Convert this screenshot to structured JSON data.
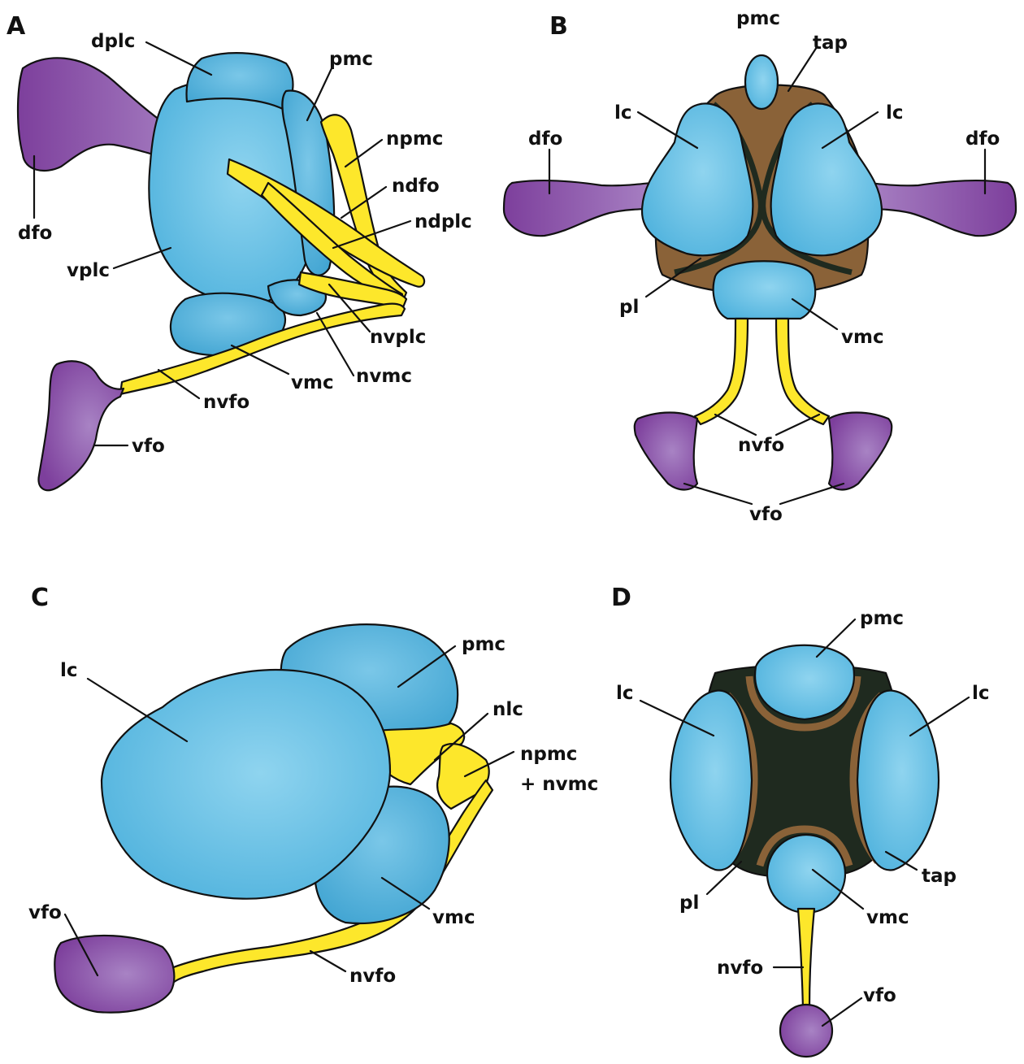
{
  "colors": {
    "background": "#ffffff",
    "lens_blue": "#4fb2dd",
    "lens_blue_light": "#8fd4ef",
    "nerve_yellow": "#fde72b",
    "fiber_purple": "#7d3f9c",
    "fiber_purple_light": "#a883c4",
    "tapetum_brown": "#8a6238",
    "pigment_dark": "#1f2a1f",
    "outline": "#111111"
  },
  "panels": {
    "a": {
      "letter": "A",
      "labels": {
        "dplc": "dplc",
        "pmc": "pmc",
        "npmc": "npmc",
        "ndfo": "ndfo",
        "ndplc": "ndplc",
        "dfo": "dfo",
        "vplc": "vplc",
        "nvplc": "nvplc",
        "nvmc": "nvmc",
        "vmc": "vmc",
        "nvfo": "nvfo",
        "vfo": "vfo"
      }
    },
    "b": {
      "letter": "B",
      "labels": {
        "pmc": "pmc",
        "tap": "tap",
        "lc_left": "lc",
        "lc_right": "lc",
        "dfo_left": "dfo",
        "dfo_right": "dfo",
        "pl": "pl",
        "vmc": "vmc",
        "nvfo": "nvfo",
        "vfo": "vfo"
      }
    },
    "c": {
      "letter": "C",
      "labels": {
        "lc": "lc",
        "pmc": "pmc",
        "nlc": "nlc",
        "npmc": "npmc",
        "nvmc": "+ nvmc",
        "vmc": "vmc",
        "vfo": "vfo",
        "nvfo": "nvfo"
      }
    },
    "d": {
      "letter": "D",
      "labels": {
        "pmc": "pmc",
        "lc_left": "lc",
        "lc_right": "lc",
        "tap": "tap",
        "pl": "pl",
        "vmc": "vmc",
        "nvfo": "nvfo",
        "vfo": "vfo"
      }
    }
  }
}
